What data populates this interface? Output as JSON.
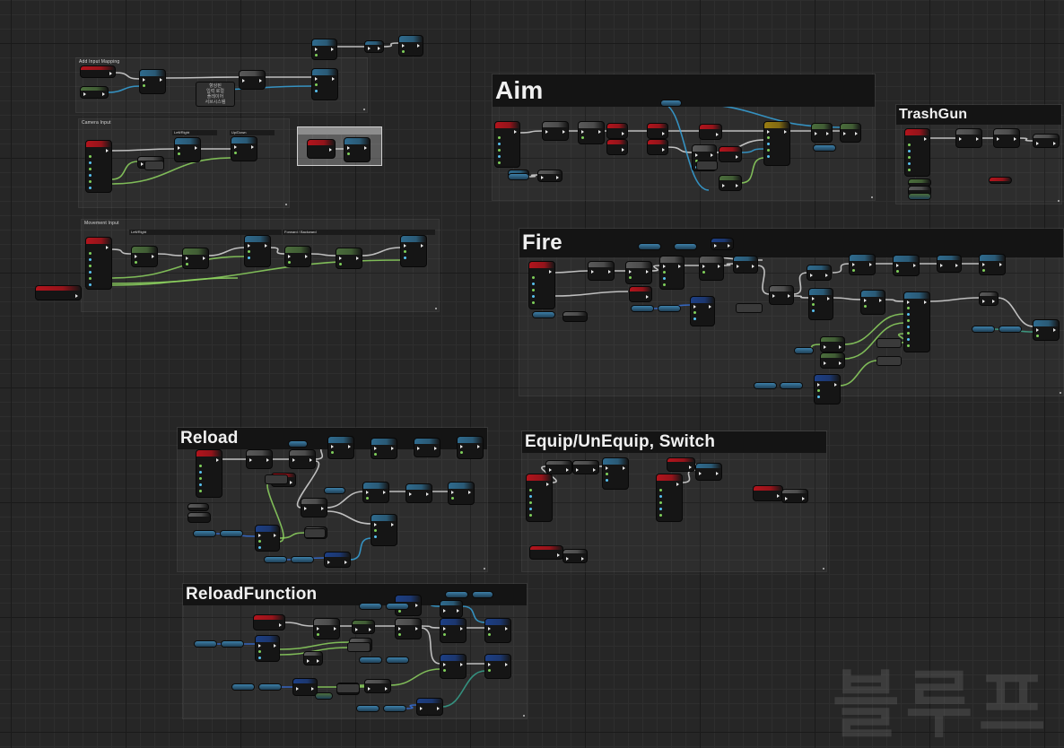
{
  "comments": [
    {
      "id": "aim",
      "title": "Aim",
      "size": "large"
    },
    {
      "id": "fire",
      "title": "Fire",
      "size": "large"
    },
    {
      "id": "trashgun",
      "title": "TrashGun",
      "size": "medium"
    },
    {
      "id": "reload",
      "title": "Reload",
      "size": "medium"
    },
    {
      "id": "equip",
      "title": "Equip/UnEquip, Switch",
      "size": "medium"
    },
    {
      "id": "reloadfunction",
      "title": "ReloadFunction",
      "size": "medium"
    },
    {
      "id": "add-input-mapping",
      "title": "Add Input Mapping",
      "size": "tiny"
    },
    {
      "id": "camera-input",
      "title": "Camera Input",
      "size": "tiny"
    },
    {
      "id": "movement-input",
      "title": "Movement Input",
      "size": "tiny"
    }
  ],
  "sub_labels": {
    "camera_left_right": "Left/Right",
    "camera_up_down": "Up/Down",
    "movement_left_right": "Left/Right",
    "movement_forward_backward": "Forward / Backward"
  },
  "mapping_note": [
    "향상된",
    "입력 로컬",
    "플레이어",
    "서브시스템"
  ],
  "watermark": "블루프",
  "colors": {
    "event": "#b3141c",
    "function": "#6a6a6a",
    "target": "#2f6b8e",
    "struct": "#1d4a8f",
    "enhanced": "#4e7a3e",
    "macro": "#8a7a1a",
    "exec_wire": "#d8d8d8",
    "float_wire": "#8bd35b",
    "object_wire": "#2f9fd8",
    "struct_wire": "#2f6bd8"
  }
}
